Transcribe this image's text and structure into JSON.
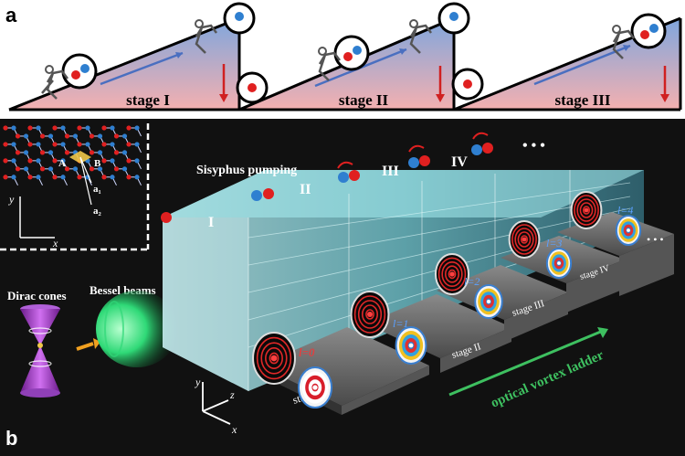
{
  "panel_a": {
    "label": "a",
    "stages": [
      "stage I",
      "stage II",
      "stage III"
    ]
  },
  "panel_b": {
    "label": "b",
    "lattice": {
      "site_a": "A",
      "site_b": "B",
      "vector_1": "a₁",
      "vector_2": "a₂",
      "axis_x": "x",
      "axis_y": "y"
    },
    "dirac_label": "Dirac cones",
    "bessel_label": "Bessel beams",
    "pumping_label": "Sisyphus pumping",
    "roman_stages": [
      "I",
      "II",
      "III",
      "IV"
    ],
    "ellipsis": "• • •",
    "floor_stages": [
      "stage I",
      "stage II",
      "stage III",
      "stage IV"
    ],
    "orders": [
      "l=0",
      "l=1",
      "l=2",
      "l=3",
      "l=4"
    ],
    "ladder_label": "optical vortex ladder",
    "axes": {
      "x": "x",
      "y": "y",
      "z": "z"
    }
  },
  "colors": {
    "slope_top": "#7fa6dd",
    "slope_bottom": "#f2a6a6",
    "background_b": "#111111",
    "beam": "#3ee08a",
    "waveguide": "#7fe0e8",
    "spin_red": "#e02020",
    "spin_blue": "#2f7fd0"
  }
}
